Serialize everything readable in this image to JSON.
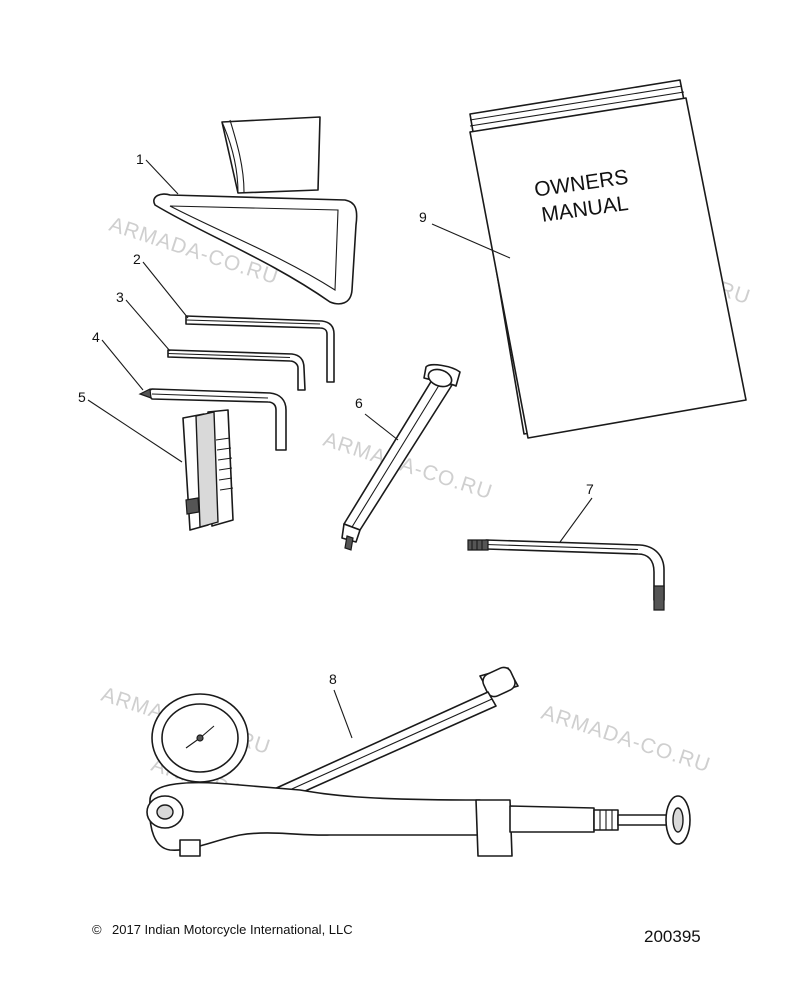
{
  "diagram": {
    "callouts": [
      "1",
      "2",
      "3",
      "4",
      "5",
      "6",
      "7",
      "8",
      "9"
    ],
    "manual_cover": [
      "OWNERS",
      "MANUAL"
    ],
    "watermarks": [
      "ARMADA-CO.RU",
      "ARMADA-CO.RU",
      "ARMADA-CO.RU",
      "ARMADA-CO.RU",
      "ARMADA-CO.RU",
      "ARMADA-CO.RU"
    ]
  },
  "footer": {
    "copyright_symbol": "©",
    "copyright_text": "2017 Indian Motorcycle International, LLC",
    "diagram_number": "200395"
  }
}
